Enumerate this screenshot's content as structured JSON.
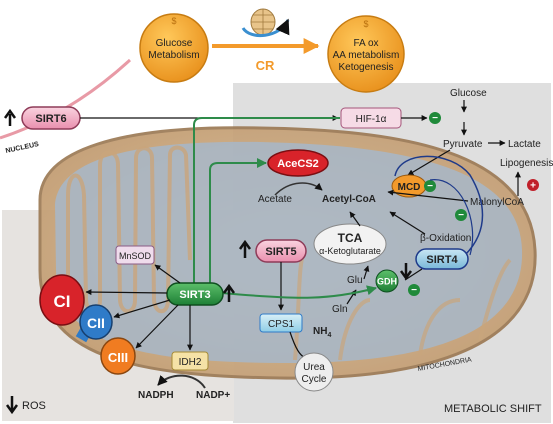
{
  "top": {
    "left_coin": [
      "Glucose",
      "Metabolism"
    ],
    "center_label": "CR",
    "right_coin": [
      "FA ox",
      "AA metabolism",
      "Ketogenesis"
    ]
  },
  "nucleus": {
    "sirt6": "SIRT6",
    "label": "NUCLEUS"
  },
  "pathway": {
    "hif": "HIF-1α",
    "glucose": "Glucose",
    "pyruvate": "Pyruvate",
    "lactate": "Lactate",
    "lipogenesis": "Lipogenesis",
    "malonyl": "MalonylCoA",
    "acecs2": "AceCS2",
    "acetate": "Acetate",
    "acetylcoa": "Acetyl-CoA",
    "mcd": "MCD",
    "beta_ox": "β-Oxidation",
    "sirt4": "SIRT4",
    "tca": "TCA",
    "akg": "α-Ketoglutarate",
    "glu": "Glu",
    "gln": "Gln",
    "gdh": "GDH",
    "sirt5": "SIRT5",
    "cps1": "CPS1",
    "nh4": "NH",
    "nh4_sub": "4",
    "urea": [
      "Urea",
      "Cycle"
    ],
    "mito": "MITOCHONDRIA",
    "shift": "METABOLIC SHIFT"
  },
  "ros_panel": {
    "mnsod": "MnSOD",
    "sirt3": "SIRT3",
    "ci": "CI",
    "cii": "CII",
    "ciii": "CIII",
    "idh2": "IDH2",
    "nadph": "NADPH",
    "nadp": "NADP+",
    "ros": "ROS"
  },
  "signs": {
    "minus": "−",
    "plus": "+"
  },
  "colors": {
    "coin": "#f2a32a",
    "sirt_pink": "#f2b2c6",
    "mcd_orange": "#f39a2b",
    "sign_green": "#1f8a3a",
    "plus_red": "#c0202a",
    "aces_red": "#d8232a",
    "cii_blue": "#2f7bc8",
    "ciii_orange": "#f07c21",
    "green_arrow": "#2e8b4a"
  }
}
